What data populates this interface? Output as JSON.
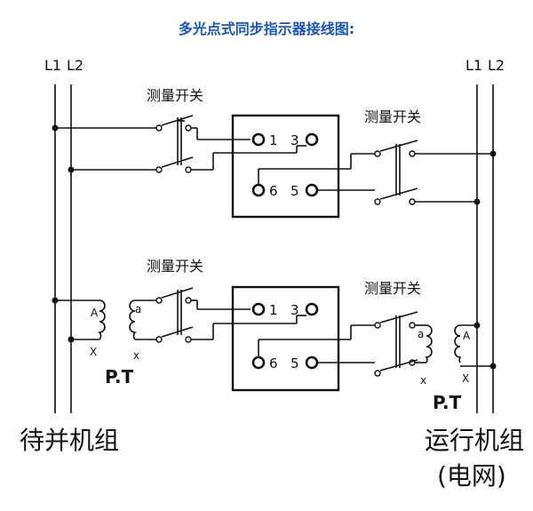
{
  "title": "多光点式同步指示器接线图:",
  "left_bus": {
    "l1": "L1",
    "l2": "L2"
  },
  "right_bus": {
    "l1": "L1",
    "l2": "L2"
  },
  "switch_label": "测量开关",
  "terminals": {
    "t1": "1",
    "t3": "3",
    "t6": "6",
    "t5": "5"
  },
  "pt": {
    "label": "P.T",
    "primary_top": "A",
    "primary_bottom": "X",
    "secondary_top": "a",
    "secondary_bottom": "x"
  },
  "left_label": "待并机组",
  "right_label_line1": "运行机组",
  "right_label_line2": "(电网)",
  "colors": {
    "title": "#1a56b5",
    "line": "#111111",
    "background": "#ffffff"
  }
}
